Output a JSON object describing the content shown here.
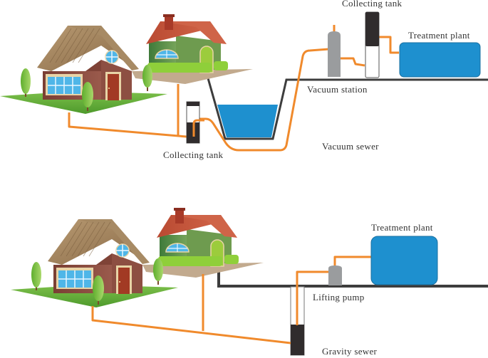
{
  "vacuum_system": {
    "labels": {
      "collecting_tank_left": "Collecting tank",
      "collecting_tank_top": "Collecting tank",
      "treatment_plant": "Treatment plant",
      "vacuum_station": "Vacuum station",
      "vacuum_sewer": "Vacuum sewer"
    }
  },
  "gravity_system": {
    "labels": {
      "treatment_plant": "Treatment plant",
      "lifting_pump": "Lifting pump",
      "gravity_sewer": "Gravity sewer"
    }
  },
  "colors": {
    "pipe": "#f08a2c",
    "ground_line": "#3d3d3d",
    "water": "#1e90cf",
    "tank_dark": "#302c2d",
    "pump_gray": "#9a9c9e",
    "grass": "#6bb23a",
    "soil": "#bfa588",
    "roof_brown": "#9c7d5a",
    "roof_red": "#c8553a",
    "wall_brown": "#8a4b3e",
    "wall_green": "#5e9446"
  }
}
